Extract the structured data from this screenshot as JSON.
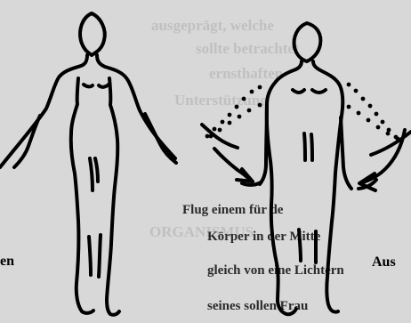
{
  "document": {
    "left_label": "en",
    "right_label": "Aus",
    "visible_text_lines": [
      "Flug einem für de",
      "Körper in der Mitte",
      "gleich von eine Lichtern",
      "seines sollen Frau"
    ],
    "background_fragments": [
      "ausgeprägt, welche",
      "sollte betrachtet",
      "ernsthaften",
      "Unterstützung",
      "ORGANISMUS"
    ]
  },
  "figures": [
    {
      "name": "front-view-arms-down",
      "description": "human outline with arms down"
    },
    {
      "name": "front-view-arms-raising",
      "description": "human outline with dotted arm movement arcs"
    }
  ]
}
